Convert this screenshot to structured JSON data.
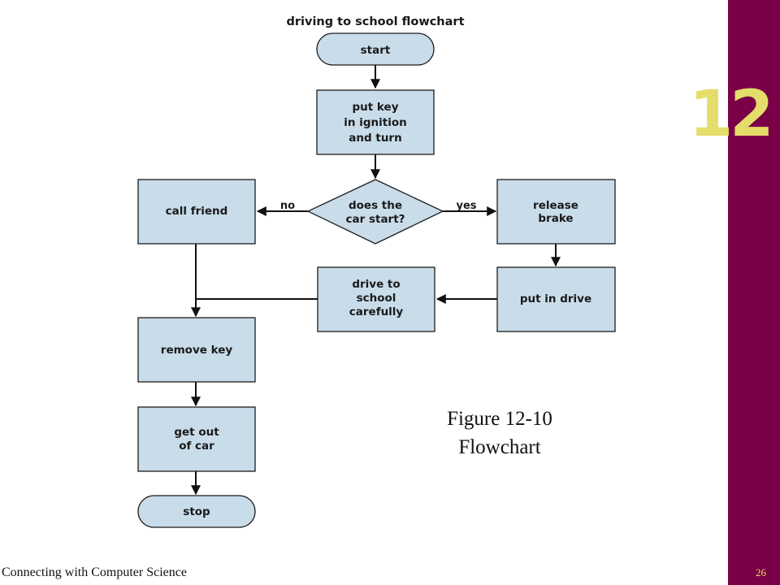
{
  "slide": {
    "chapter_number": "12",
    "footer_text": "Connecting with Computer Science",
    "page_number": "26",
    "caption_line1": "Figure 12-10",
    "caption_line2": "Flowchart",
    "colors": {
      "sidebar": "#7a0047",
      "chapter_number": "#e4dd6a",
      "node_fill": "#c9dcea"
    }
  },
  "diagram": {
    "title": "driving to school flowchart",
    "nodes": {
      "start": {
        "shape": "terminal",
        "lines": [
          "start"
        ]
      },
      "ignition": {
        "shape": "process",
        "lines": [
          "put key",
          "in ignition",
          "and turn"
        ]
      },
      "decision": {
        "shape": "decision",
        "lines": [
          "does the",
          "car start?"
        ]
      },
      "call_friend": {
        "shape": "process",
        "lines": [
          "call friend"
        ]
      },
      "release_brake": {
        "shape": "process",
        "lines": [
          "release",
          "brake"
        ]
      },
      "put_in_drive": {
        "shape": "process",
        "lines": [
          "put in drive"
        ]
      },
      "drive_school": {
        "shape": "process",
        "lines": [
          "drive to",
          "school",
          "carefully"
        ]
      },
      "remove_key": {
        "shape": "process",
        "lines": [
          "remove key"
        ]
      },
      "get_out": {
        "shape": "process",
        "lines": [
          "get out",
          "of car"
        ]
      },
      "stop": {
        "shape": "terminal",
        "lines": [
          "stop"
        ]
      }
    },
    "edges": [
      {
        "from": "start",
        "to": "ignition",
        "label": ""
      },
      {
        "from": "ignition",
        "to": "decision",
        "label": ""
      },
      {
        "from": "decision",
        "to": "call_friend",
        "label": "no"
      },
      {
        "from": "decision",
        "to": "release_brake",
        "label": "yes"
      },
      {
        "from": "release_brake",
        "to": "put_in_drive",
        "label": ""
      },
      {
        "from": "put_in_drive",
        "to": "drive_school",
        "label": ""
      },
      {
        "from": "drive_school",
        "to": "remove_key",
        "label": ""
      },
      {
        "from": "call_friend",
        "to": "remove_key",
        "label": ""
      },
      {
        "from": "remove_key",
        "to": "get_out",
        "label": ""
      },
      {
        "from": "get_out",
        "to": "stop",
        "label": ""
      }
    ]
  }
}
